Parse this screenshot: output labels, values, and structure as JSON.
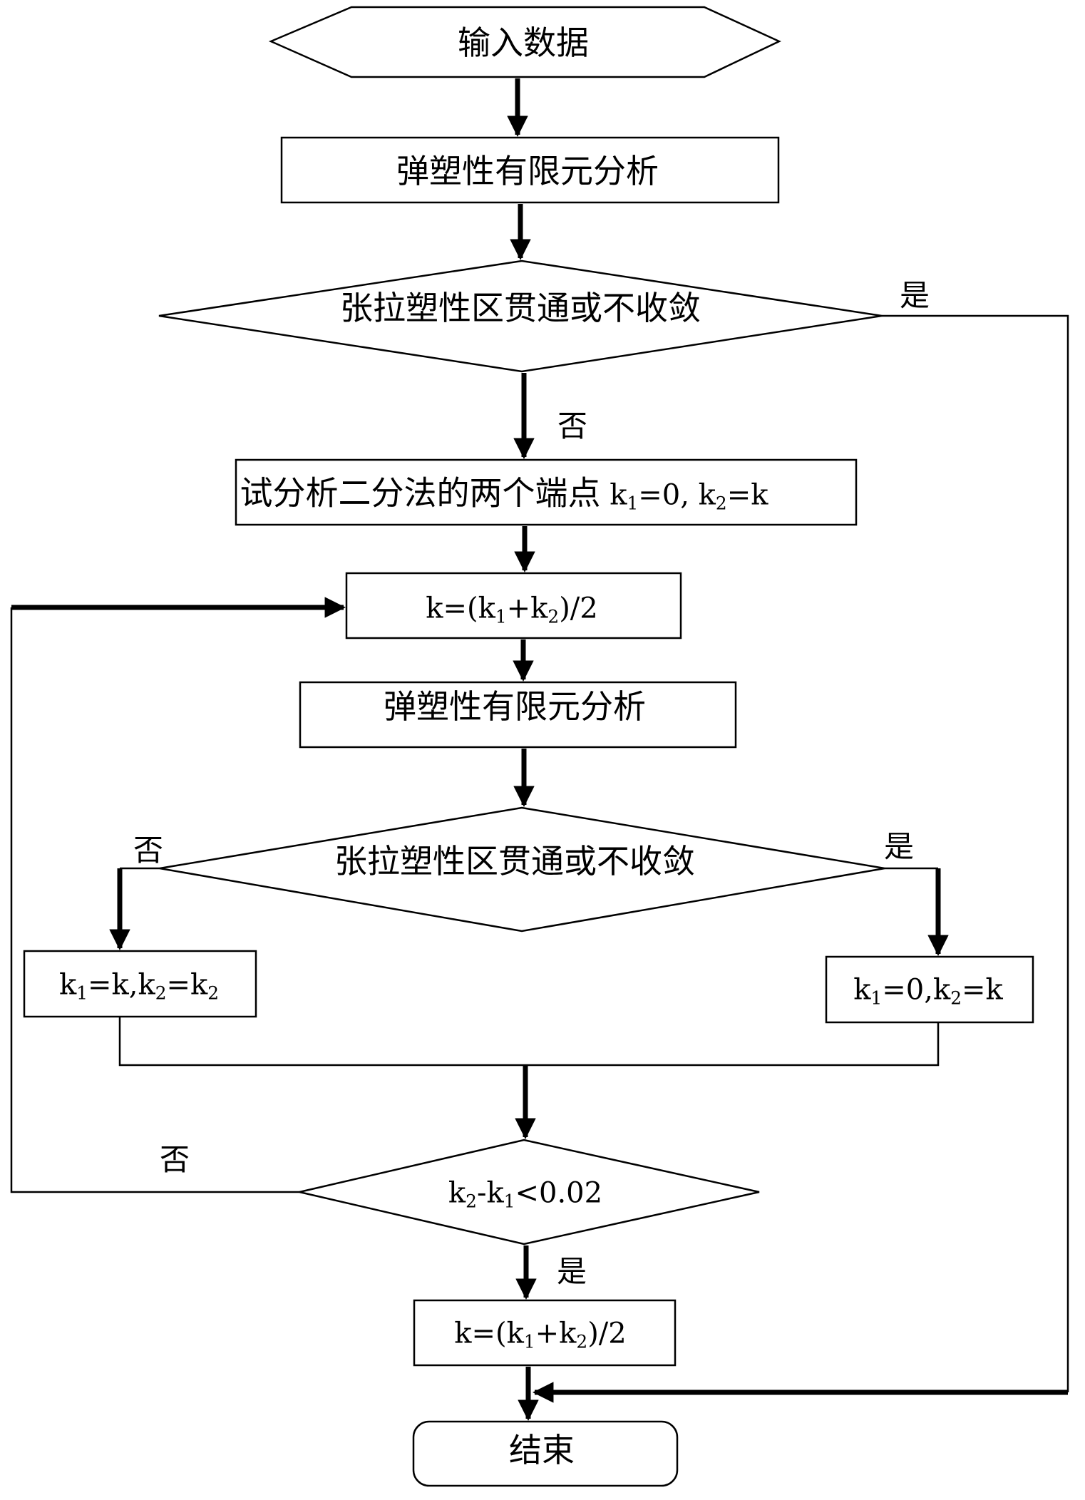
{
  "nodes": {
    "input": "输入数据",
    "fea1": "弹塑性有限元分析",
    "check1": "张拉塑性区贯通或不收敛",
    "init_label": "试分析二分法的两个端点",
    "init_formula": {
      "k": "k",
      "s1": "1",
      "eq1": "=0, ",
      "k2": "k",
      "s2": "2",
      "eq2": "=k"
    },
    "mid1": {
      "pre": "k=(k",
      "s1": "1",
      "plus": "+k",
      "s2": "2",
      "post": ")/2"
    },
    "fea2": "弹塑性有限元分析",
    "check2": "张拉塑性区贯通或不收敛",
    "assign_no": {
      "k": "k",
      "s1": "1",
      "mid": "=k,k",
      "s2": "2",
      "eq": "=k",
      "s3": "2"
    },
    "assign_yes": {
      "k": "k",
      "s1": "1",
      "mid": "=0,k",
      "s2": "2",
      "post": "=k"
    },
    "converge": {
      "k": "k",
      "s2": "2",
      "minus": "-k",
      "s1": "1",
      "post": "<0.02"
    },
    "mid2": {
      "pre": "k=(k",
      "s1": "1",
      "plus": "+k",
      "s2": "2",
      "post": ")/2"
    },
    "end": "结束"
  },
  "edge_labels": {
    "yes1": "是",
    "no1": "否",
    "no2": "否",
    "yes2": "是",
    "no3": "否",
    "yes3": "是"
  }
}
